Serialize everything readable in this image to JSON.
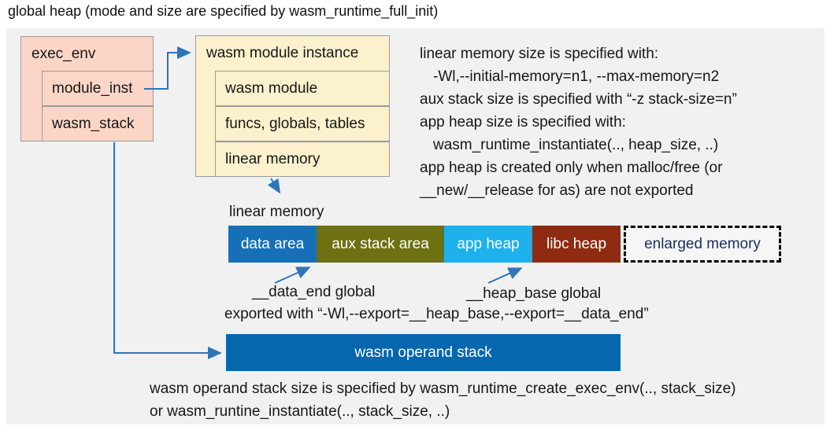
{
  "title": "global heap (mode and size are specified by wasm_runtime_full_init)",
  "exec_env": {
    "header": "exec_env",
    "rows": [
      "module_inst",
      "wasm_stack"
    ]
  },
  "module_instance": {
    "header": "wasm module instance",
    "rows": [
      "wasm module",
      "funcs, globals, tables",
      "linear memory"
    ]
  },
  "notes_right": {
    "lines": [
      "linear memory size is specified with:",
      "-Wl,--initial-memory=n1, --max-memory=n2",
      "aux stack size is specified with “-z stack-size=n”",
      "app heap size is specified with:",
      "wasm_runtime_instantiate(.., heap_size, ..)",
      "app heap is created only when malloc/free (or",
      "__new/__release for as) are not exported"
    ]
  },
  "linear_memory": {
    "label": "linear memory",
    "segments": [
      {
        "label": "data area",
        "color": "#1670b8",
        "text_color": "#ffffff"
      },
      {
        "label": "aux stack area",
        "color": "#6d7112",
        "text_color": "#ffffff"
      },
      {
        "label": "app heap",
        "color": "#1fb0ee",
        "text_color": "#ffffff"
      },
      {
        "label": "libc heap",
        "color": "#8f2b10",
        "text_color": "#ffffff"
      },
      {
        "label": "enlarged memory",
        "color": "#f6f6f7",
        "text_color": "#1a2f5e",
        "border": "dashed"
      }
    ]
  },
  "annotations": {
    "data_end": "__data_end global",
    "heap_base": "__heap_base global",
    "exported": "exported with “-Wl,--export=__heap_base,--export=__data_end”"
  },
  "operand_stack": {
    "label": "wasm operand stack"
  },
  "notes_bottom": {
    "lines": [
      "wasm operand stack size is specified by wasm_runtime_create_exec_env(.., stack_size)",
      "or wasm_runtine_instantiate(.., stack_size, ..)"
    ]
  },
  "colors": {
    "connector_blue": "#2e75b6",
    "operand_stack_blue": "#0667ae",
    "box_pink": "#fbd6c6",
    "box_cream": "#fcf1cd",
    "panel_gray": "#f1f1f2"
  }
}
